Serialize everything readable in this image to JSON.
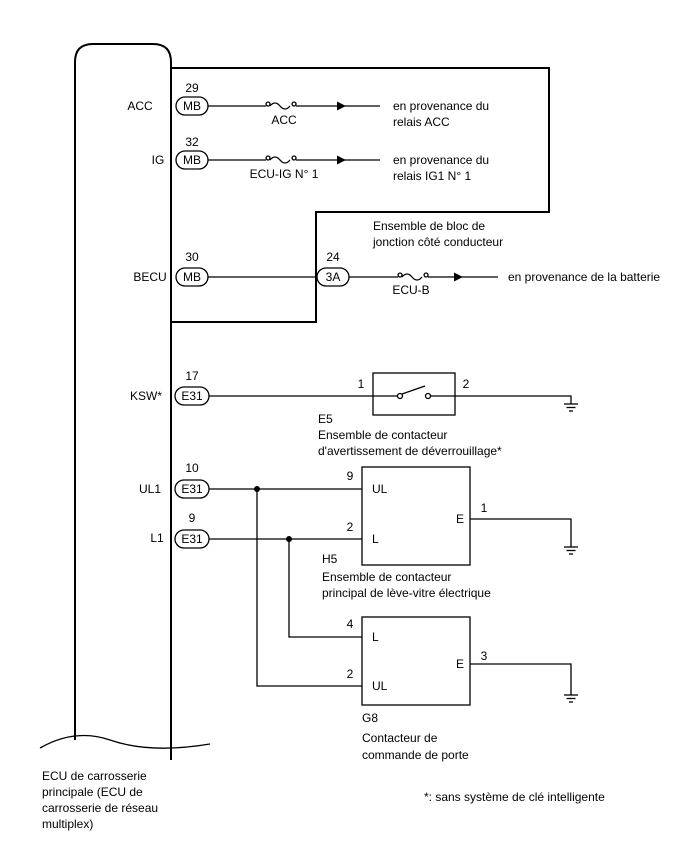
{
  "ecu": {
    "label_lines": [
      "ECU de carrosserie",
      "principale (ECU de",
      "carrosserie de réseau",
      "multiplex)"
    ],
    "pins": {
      "acc": {
        "signal": "ACC",
        "pin": "29",
        "connector": "MB"
      },
      "ig": {
        "signal": "IG",
        "pin": "32",
        "connector": "MB"
      },
      "becu": {
        "signal": "BECU",
        "pin": "30",
        "connector": "MB"
      },
      "ksw": {
        "signal": "KSW*",
        "pin": "17",
        "connector": "E31"
      },
      "ul1": {
        "signal": "UL1",
        "pin": "10",
        "connector": "E31"
      },
      "l1": {
        "signal": "L1",
        "pin": "9",
        "connector": "E31"
      }
    }
  },
  "junction_block": {
    "label_lines": [
      "Ensemble de bloc de",
      "jonction côté conducteur"
    ],
    "fuse_acc": "ACC",
    "fuse_ig": "ECU-IG N° 1",
    "fuse_ecub": "ECU-B",
    "connector_3a": {
      "pin": "24",
      "connector": "3A"
    }
  },
  "sources": {
    "acc": [
      "en provenance du",
      "relais ACC"
    ],
    "ig": [
      "en provenance du",
      "relais IG1 N° 1"
    ],
    "battery": "en provenance de la batterie"
  },
  "e5": {
    "code": "E5",
    "label_lines": [
      "Ensemble de contacteur",
      "d'avertissement de déverrouillage*"
    ],
    "pin_left": "1",
    "pin_right": "2"
  },
  "h5": {
    "code": "H5",
    "label_lines": [
      "Ensemble de contacteur",
      "principal de lève-vitre électrique"
    ],
    "pin_ul": "9",
    "label_ul": "UL",
    "pin_l": "2",
    "label_l": "L",
    "pin_e": "1",
    "label_e": "E"
  },
  "g8": {
    "code": "G8",
    "label_lines": [
      "Contacteur de",
      "commande de porte"
    ],
    "pin_l": "4",
    "label_l": "L",
    "pin_ul": "2",
    "label_ul": "UL",
    "pin_e": "3",
    "label_e": "E"
  },
  "footnote": "*: sans système de clé intelligente"
}
